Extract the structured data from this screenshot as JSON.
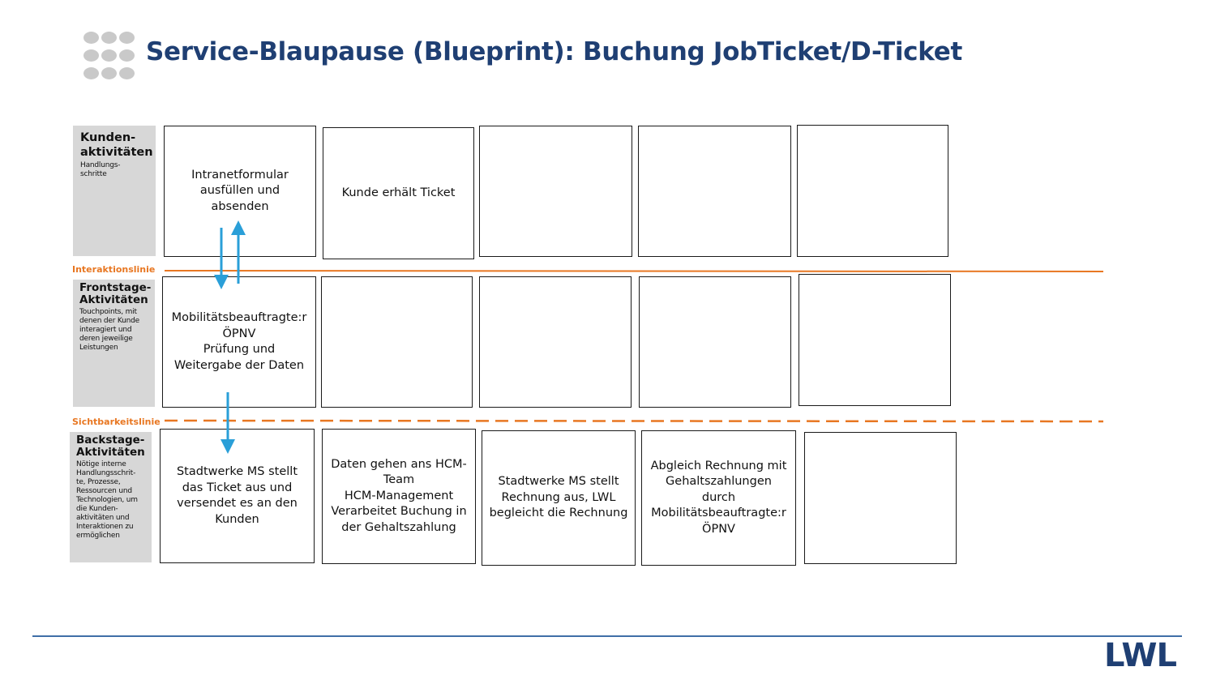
{
  "header": {
    "title": "Service-Blaupause (Blueprint): Buchung JobTicket/D-Ticket"
  },
  "lanes": [
    {
      "title": "Kunden-\naktivitäten",
      "subtitle": "Handlungs-\nschritte"
    },
    {
      "title": "Frontstage-\nAktivitäten",
      "subtitle": "Touchpoints, mit\ndenen der Kunde\ninteragiert und\nderen jeweilige\nLeistungen"
    },
    {
      "title": "Backstage-\nAktivitäten",
      "subtitle": "Nötige interne\nHandlungsschrit-\nte, Prozesse,\nRessourcen und\nTechnologien, um\ndie Kunden-\naktivitäten und\nInteraktionen zu\nermöglichen"
    }
  ],
  "lines": {
    "interaction": "Interaktionslinie",
    "visibility": "Sichtbarkeitslinie"
  },
  "cells": {
    "customer": [
      "Intranetformular\nausfüllen und\nabsenden",
      "Kunde erhält Ticket",
      "",
      "",
      ""
    ],
    "frontstage": [
      "Mobilitätsbeauftragte:r\nÖPNV\nPrüfung und\nWeitergabe der Daten",
      "",
      "",
      "",
      ""
    ],
    "backstage": [
      "Stadtwerke MS stellt\ndas Ticket aus und\nversendet es an den\nKunden",
      "Daten gehen ans HCM-\nTeam\nHCM-Management\nVerarbeitet Buchung in\nder Gehaltszahlung",
      "Stadtwerke MS stellt\nRechnung aus, LWL\nbegleicht die Rechnung",
      "Abgleich Rechnung mit\nGehaltszahlungen\ndurch\nMobilitätsbeauftragte:r\nÖPNV",
      ""
    ]
  },
  "colors": {
    "title": "#1f3f73",
    "line_orange": "#e87722",
    "arrow_blue": "#2a9fd8",
    "lane_gray": "#d7d7d7"
  },
  "footer": {
    "brand": "LWL"
  }
}
